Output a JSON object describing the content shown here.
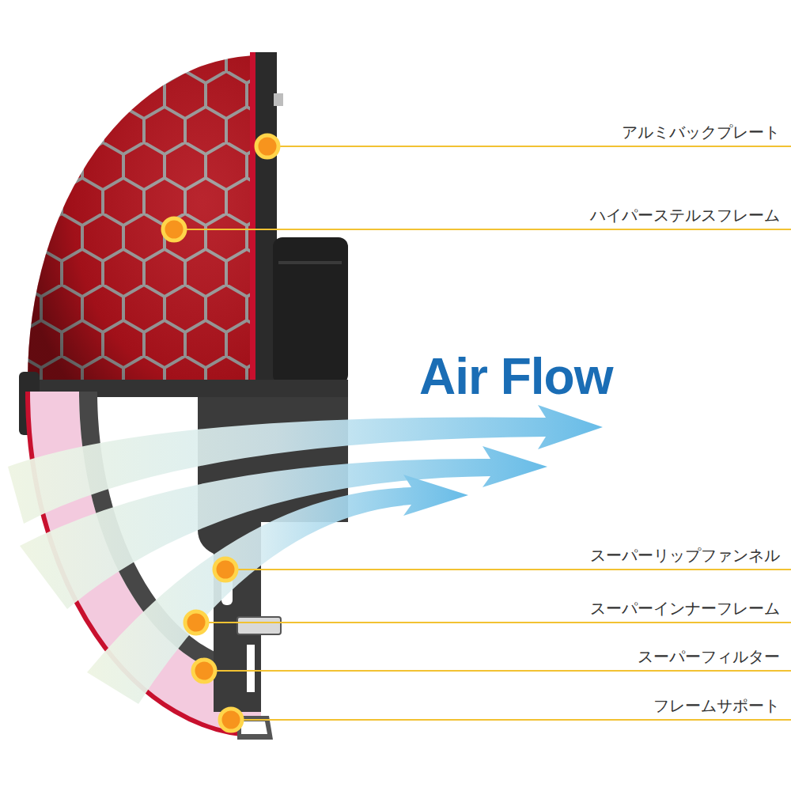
{
  "diagram": {
    "labels": [
      "アルミバックプレート",
      "ハイパーステルスフレーム",
      "Air Flow",
      "スーパーリップファンネル",
      "スーパーインナーフレーム",
      "スーパーフィルター",
      "フレームサポート"
    ]
  }
}
